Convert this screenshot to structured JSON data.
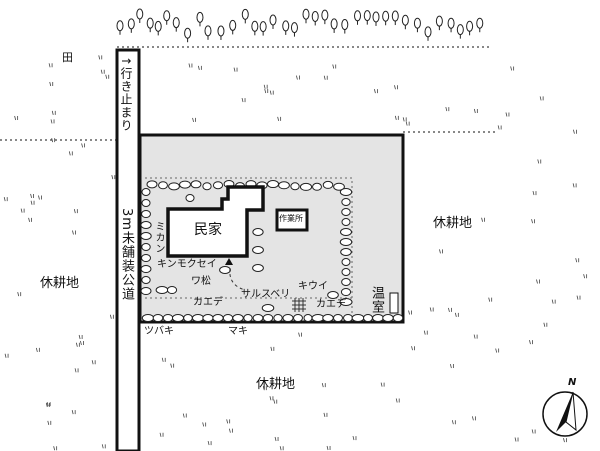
{
  "labels": {
    "rice_field": "田",
    "dead_end": "↑行き止まり",
    "road": "3m未舗装公道",
    "fallow_left": "休耕地",
    "fallow_right": "休耕地",
    "fallow_bottom": "休耕地",
    "house": "民家",
    "workshop": "作業所",
    "mikan": "ミカン",
    "kinmokusei": "キンモクセイ",
    "pine": "ワ松",
    "kaede_left": "カエデ",
    "sarusuberi": "サルスベリ",
    "kiwi": "キウイ",
    "kaede_right": "カエデ",
    "greenhouse": "温室",
    "tsubaki": "ツバキ",
    "maki": "マキ",
    "north": "N"
  },
  "colors": {
    "plot_fill": "#e4e4e4",
    "ink": "#111111"
  }
}
